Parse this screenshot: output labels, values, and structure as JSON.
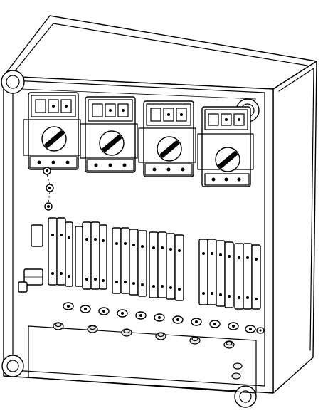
{
  "image": {
    "kind": "line-drawing",
    "subject_icons": {
      "enclosure": "enclosure-box-icon",
      "motor_protective_switch": "rotary-switch-icon",
      "terminal_block": "terminal-block-icon",
      "screw": "screw-icon",
      "cable_gland": "cable-gland-icon"
    },
    "counts": {
      "motor_protective_switches": 4,
      "terminal_groups": 6,
      "bottom_screws": 12,
      "cable_glands": 6
    },
    "colors": {
      "line": "#000000",
      "fill": "#ffffff"
    }
  }
}
